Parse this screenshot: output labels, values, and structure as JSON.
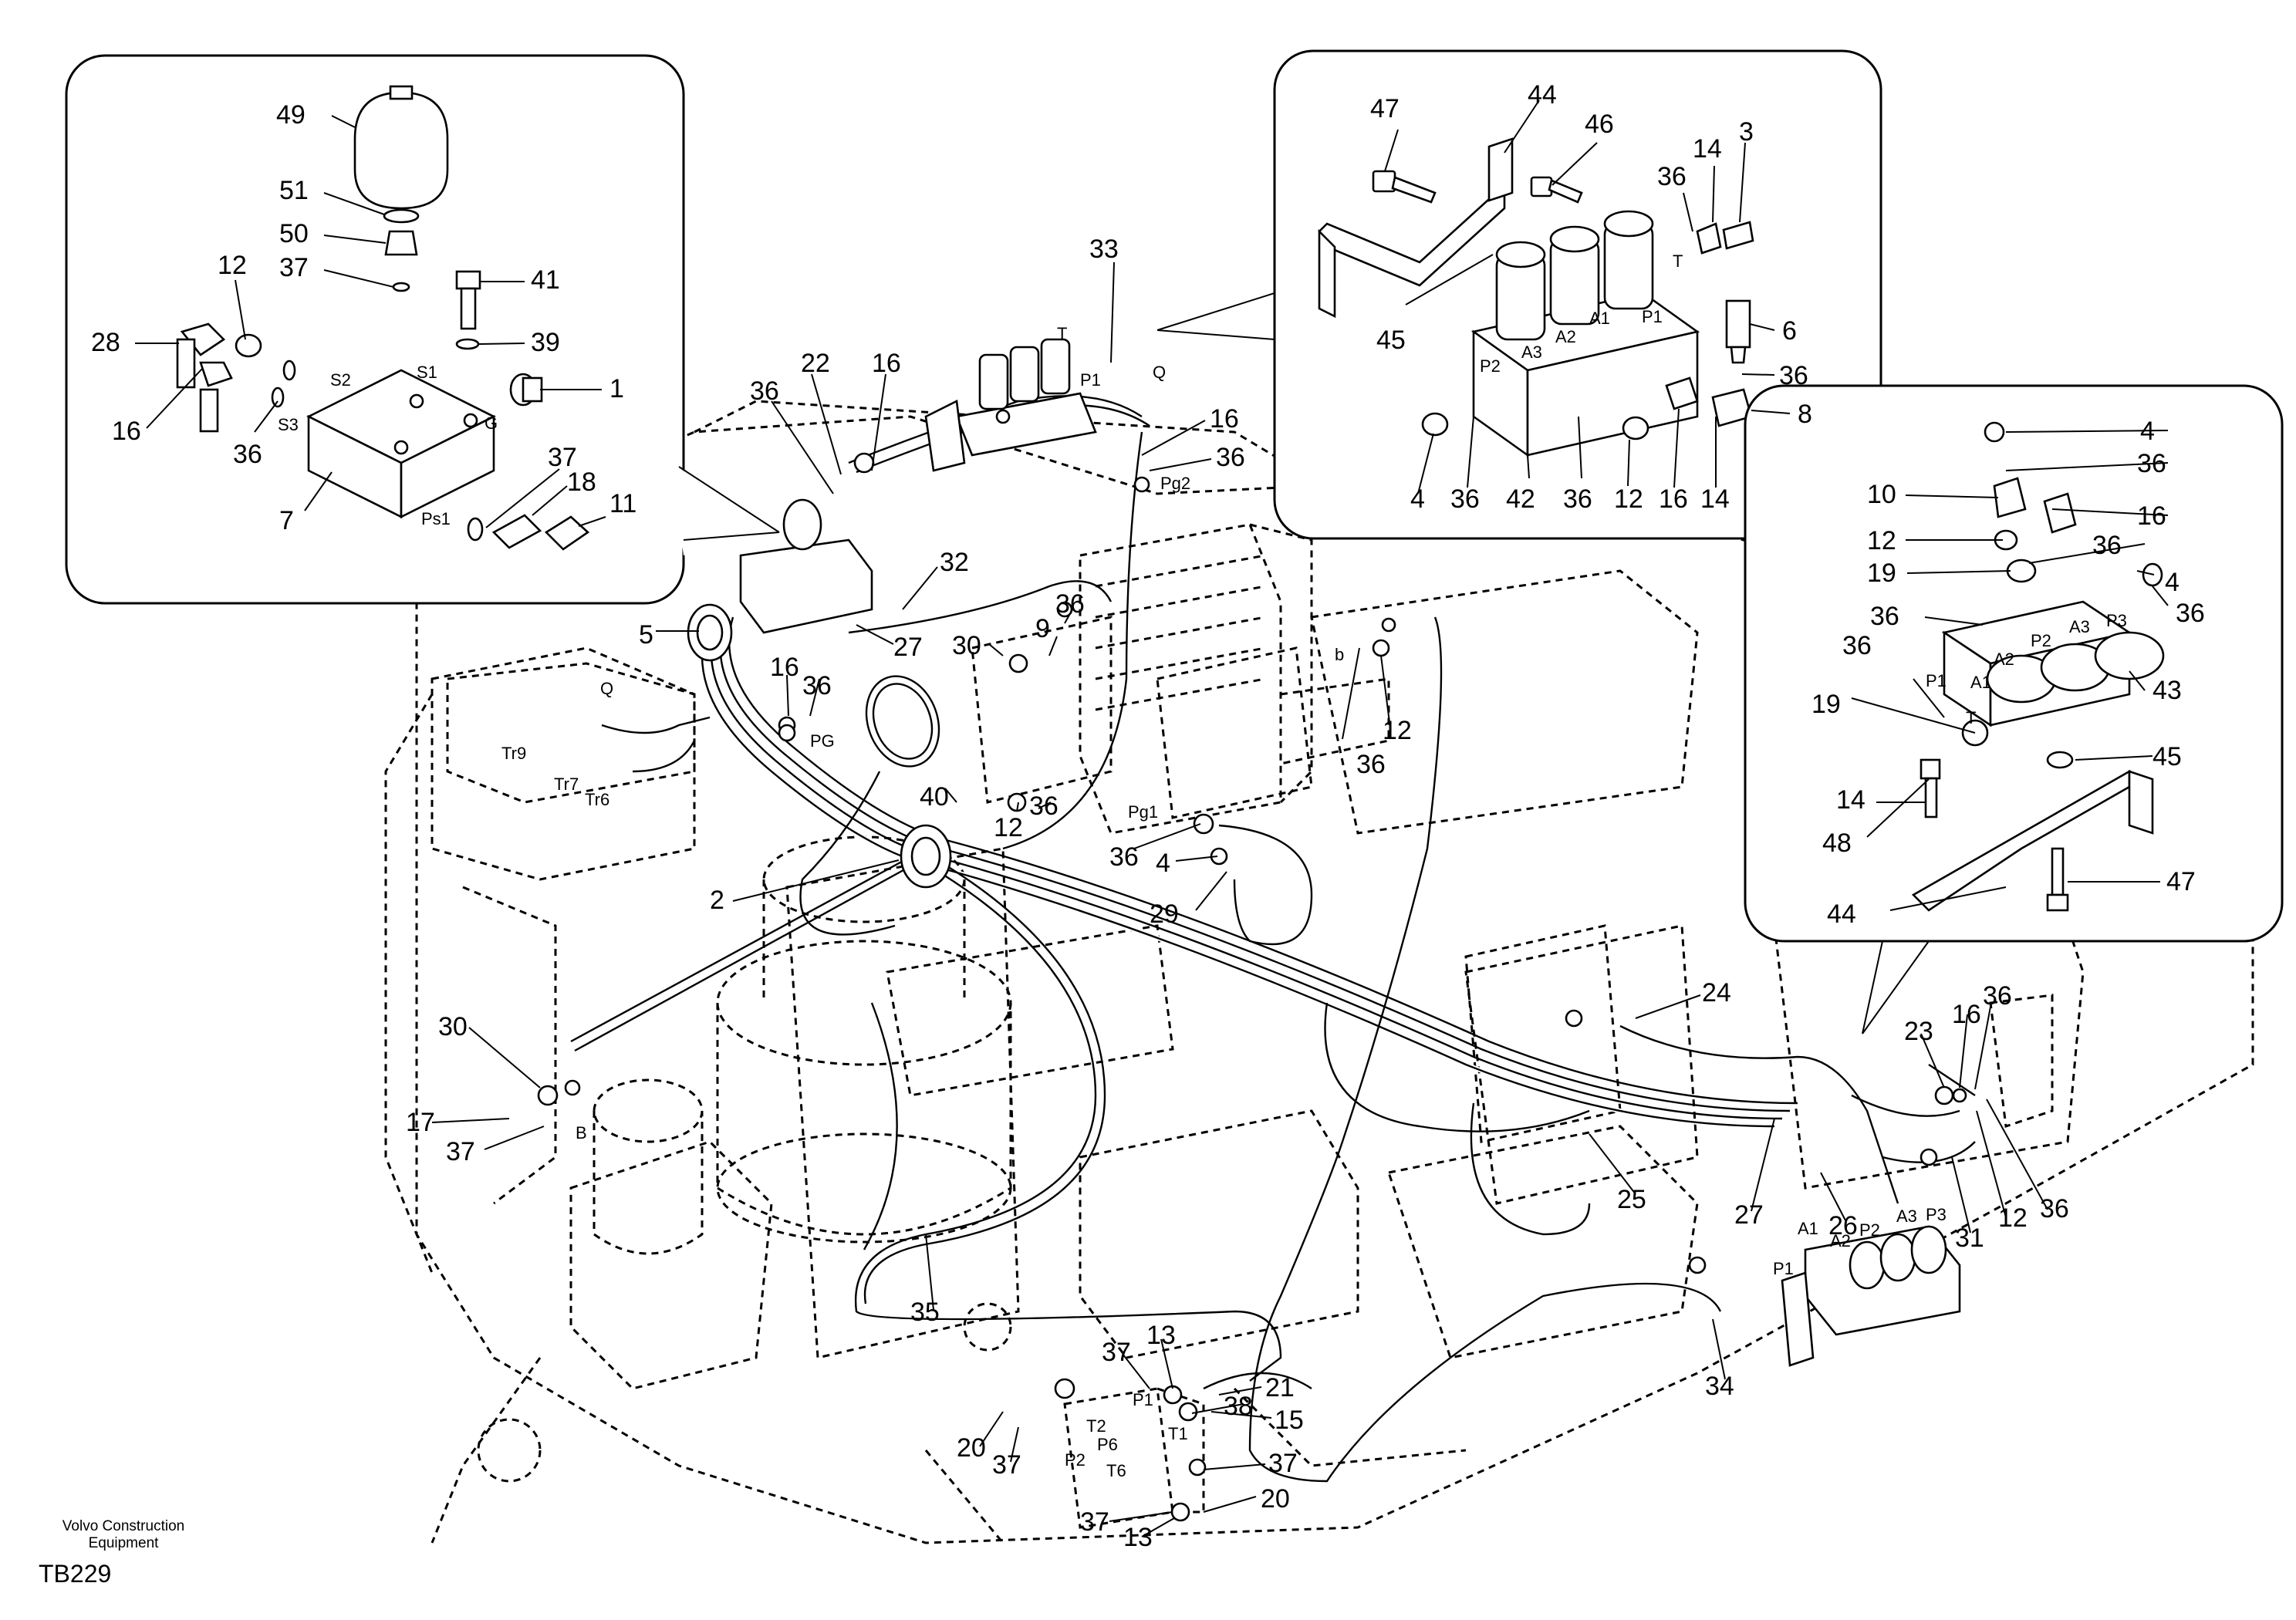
{
  "footer": {
    "brand_line1": "Volvo Construction",
    "brand_line2": "Equipment",
    "drawing_code": "TB229"
  },
  "callouts": [
    {
      "id": "c49",
      "text": "49"
    },
    {
      "id": "c51",
      "text": "51"
    },
    {
      "id": "c50",
      "text": "50"
    },
    {
      "id": "c37a",
      "text": "37"
    },
    {
      "id": "c41",
      "text": "41"
    },
    {
      "id": "c39",
      "text": "39"
    },
    {
      "id": "c12a",
      "text": "12"
    },
    {
      "id": "c28",
      "text": "28"
    },
    {
      "id": "c16a",
      "text": "16"
    },
    {
      "id": "c36a",
      "text": "36"
    },
    {
      "id": "c1",
      "text": "1"
    },
    {
      "id": "c7",
      "text": "7"
    },
    {
      "id": "c37b",
      "text": "37"
    },
    {
      "id": "c18",
      "text": "18"
    },
    {
      "id": "c11",
      "text": "11"
    },
    {
      "id": "c47a",
      "text": "47"
    },
    {
      "id": "c44a",
      "text": "44"
    },
    {
      "id": "c46",
      "text": "46"
    },
    {
      "id": "c14a",
      "text": "14"
    },
    {
      "id": "c3",
      "text": "3"
    },
    {
      "id": "c36b",
      "text": "36"
    },
    {
      "id": "c6",
      "text": "6"
    },
    {
      "id": "c36c",
      "text": "36"
    },
    {
      "id": "c45a",
      "text": "45"
    },
    {
      "id": "c8",
      "text": "8"
    },
    {
      "id": "c4a",
      "text": "4"
    },
    {
      "id": "c36d",
      "text": "36"
    },
    {
      "id": "c42",
      "text": "42"
    },
    {
      "id": "c36e",
      "text": "36"
    },
    {
      "id": "c12b",
      "text": "12"
    },
    {
      "id": "c16b",
      "text": "16"
    },
    {
      "id": "c14b",
      "text": "14"
    },
    {
      "id": "c33",
      "text": "33"
    },
    {
      "id": "c22",
      "text": "22"
    },
    {
      "id": "c16c",
      "text": "16"
    },
    {
      "id": "c36f",
      "text": "36"
    },
    {
      "id": "c16d",
      "text": "16"
    },
    {
      "id": "c36g",
      "text": "36"
    },
    {
      "id": "c32",
      "text": "32"
    },
    {
      "id": "c5",
      "text": "5"
    },
    {
      "id": "c27a",
      "text": "27"
    },
    {
      "id": "c30a",
      "text": "30"
    },
    {
      "id": "c9",
      "text": "9"
    },
    {
      "id": "c36h",
      "text": "36"
    },
    {
      "id": "c16e",
      "text": "16"
    },
    {
      "id": "c36i",
      "text": "36"
    },
    {
      "id": "c40",
      "text": "40"
    },
    {
      "id": "c12c",
      "text": "12"
    },
    {
      "id": "c36j",
      "text": "36"
    },
    {
      "id": "c36k",
      "text": "36"
    },
    {
      "id": "c12d",
      "text": "12"
    },
    {
      "id": "c36l",
      "text": "36"
    },
    {
      "id": "c4b",
      "text": "4"
    },
    {
      "id": "c29",
      "text": "29"
    },
    {
      "id": "c2",
      "text": "2"
    },
    {
      "id": "c4c",
      "text": "4"
    },
    {
      "id": "c36m",
      "text": "36"
    },
    {
      "id": "c10",
      "text": "10"
    },
    {
      "id": "c16f",
      "text": "16"
    },
    {
      "id": "c12e",
      "text": "12"
    },
    {
      "id": "c36n",
      "text": "36"
    },
    {
      "id": "c19a",
      "text": "19"
    },
    {
      "id": "c4d",
      "text": "4"
    },
    {
      "id": "c36o",
      "text": "36"
    },
    {
      "id": "c36p",
      "text": "36"
    },
    {
      "id": "c36q",
      "text": "36"
    },
    {
      "id": "c19b",
      "text": "19"
    },
    {
      "id": "c43",
      "text": "43"
    },
    {
      "id": "c14c",
      "text": "14"
    },
    {
      "id": "c45b",
      "text": "45"
    },
    {
      "id": "c48",
      "text": "48"
    },
    {
      "id": "c47b",
      "text": "47"
    },
    {
      "id": "c44b",
      "text": "44"
    },
    {
      "id": "c30b",
      "text": "30"
    },
    {
      "id": "c17",
      "text": "17"
    },
    {
      "id": "c37c",
      "text": "37"
    },
    {
      "id": "c24",
      "text": "24"
    },
    {
      "id": "c23",
      "text": "23"
    },
    {
      "id": "c16g",
      "text": "16"
    },
    {
      "id": "c36r",
      "text": "36"
    },
    {
      "id": "c27b",
      "text": "27"
    },
    {
      "id": "c25",
      "text": "25"
    },
    {
      "id": "c26",
      "text": "26"
    },
    {
      "id": "c31",
      "text": "31"
    },
    {
      "id": "c12f",
      "text": "12"
    },
    {
      "id": "c36s",
      "text": "36"
    },
    {
      "id": "c35",
      "text": "35"
    },
    {
      "id": "c34",
      "text": "34"
    },
    {
      "id": "c13a",
      "text": "13"
    },
    {
      "id": "c37d",
      "text": "37"
    },
    {
      "id": "c21",
      "text": "21"
    },
    {
      "id": "c38",
      "text": "38"
    },
    {
      "id": "c15",
      "text": "15"
    },
    {
      "id": "c20a",
      "text": "20"
    },
    {
      "id": "c37e",
      "text": "37"
    },
    {
      "id": "c37f",
      "text": "37"
    },
    {
      "id": "c20b",
      "text": "20"
    },
    {
      "id": "c37g",
      "text": "37"
    },
    {
      "id": "c13b",
      "text": "13"
    }
  ],
  "port_labels": [
    {
      "id": "p_s2",
      "text": "S2"
    },
    {
      "id": "p_s1",
      "text": "S1"
    },
    {
      "id": "p_s3",
      "text": "S3"
    },
    {
      "id": "p_g",
      "text": "G"
    },
    {
      "id": "p_ps1",
      "text": "Ps1"
    },
    {
      "id": "p_t1",
      "text": "T"
    },
    {
      "id": "p_a1",
      "text": "A1"
    },
    {
      "id": "p_p1",
      "text": "P1"
    },
    {
      "id": "p_a2",
      "text": "A2"
    },
    {
      "id": "p_a3",
      "text": "A3"
    },
    {
      "id": "p_p2",
      "text": "P2"
    },
    {
      "id": "p_q1",
      "text": "Q"
    },
    {
      "id": "p_t2",
      "text": "T"
    },
    {
      "id": "p_p1b",
      "text": "P1"
    },
    {
      "id": "p_pg2",
      "text": "Pg2"
    },
    {
      "id": "p_q2",
      "text": "Q"
    },
    {
      "id": "p_tr9",
      "text": "Tr9"
    },
    {
      "id": "p_tr7",
      "text": "Tr7"
    },
    {
      "id": "p_tr6",
      "text": "Tr6"
    },
    {
      "id": "p_pg",
      "text": "PG"
    },
    {
      "id": "p_pg1",
      "text": "Pg1"
    },
    {
      "id": "p_b1",
      "text": "b"
    },
    {
      "id": "p_b2",
      "text": "B"
    },
    {
      "id": "p_p1c",
      "text": "P1"
    },
    {
      "id": "p_a1c",
      "text": "A1"
    },
    {
      "id": "p_p2c",
      "text": "P2"
    },
    {
      "id": "p_a2c",
      "text": "A2"
    },
    {
      "id": "p_a3c",
      "text": "A3"
    },
    {
      "id": "p_p3c",
      "text": "P3"
    },
    {
      "id": "p_tc",
      "text": "T"
    },
    {
      "id": "p_a1d",
      "text": "A1"
    },
    {
      "id": "p_a2d",
      "text": "A2"
    },
    {
      "id": "p_p2d",
      "text": "P2"
    },
    {
      "id": "p_a3d",
      "text": "A3"
    },
    {
      "id": "p_p3d",
      "text": "P3"
    },
    {
      "id": "p_p1d",
      "text": "P1"
    },
    {
      "id": "p_t2b",
      "text": "T2"
    },
    {
      "id": "p_p1e",
      "text": "P1"
    },
    {
      "id": "p_t1b",
      "text": "T1"
    },
    {
      "id": "p_p2e",
      "text": "P2"
    },
    {
      "id": "p_p6",
      "text": "P6"
    },
    {
      "id": "p_t6",
      "text": "T6"
    }
  ]
}
